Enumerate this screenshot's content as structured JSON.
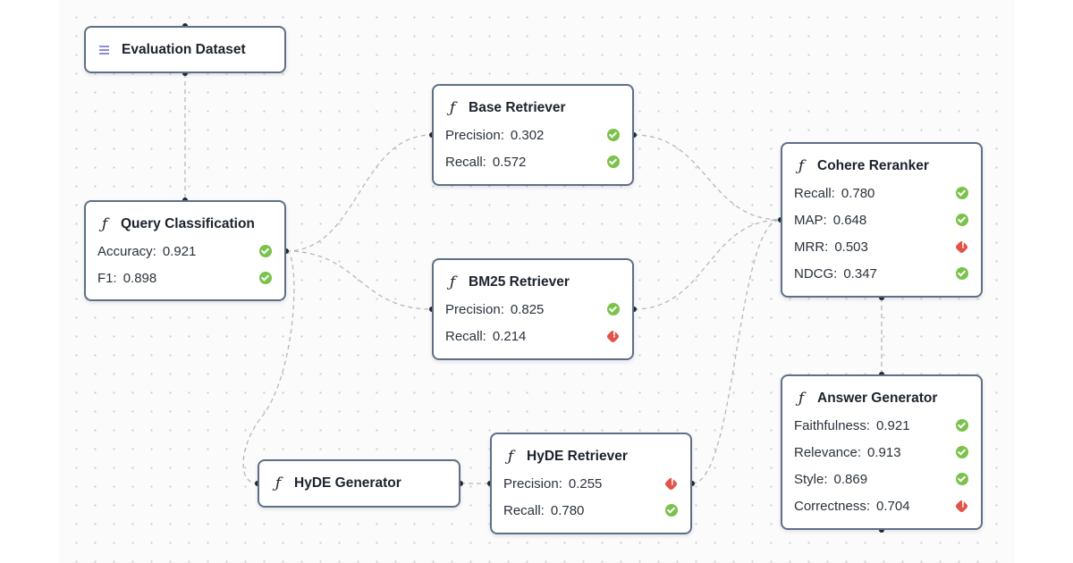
{
  "nodes": {
    "evaluation_dataset": {
      "label": "Evaluation Dataset",
      "icon": "database-icon",
      "metrics": []
    },
    "query_classification": {
      "label": "Query Classification",
      "icon": "function-icon",
      "metrics": [
        {
          "name": "Accuracy:",
          "value": "0.921",
          "status": "ok"
        },
        {
          "name": "F1:",
          "value": "0.898",
          "status": "ok"
        }
      ]
    },
    "base_retriever": {
      "label": "Base Retriever",
      "icon": "function-icon",
      "metrics": [
        {
          "name": "Precision:",
          "value": "0.302",
          "status": "ok"
        },
        {
          "name": "Recall:",
          "value": "0.572",
          "status": "ok"
        }
      ]
    },
    "bm25_retriever": {
      "label": "BM25 Retriever",
      "icon": "function-icon",
      "metrics": [
        {
          "name": "Precision:",
          "value": "0.825",
          "status": "ok"
        },
        {
          "name": "Recall:",
          "value": "0.214",
          "status": "warning"
        }
      ]
    },
    "cohere_reranker": {
      "label": "Cohere Reranker",
      "icon": "function-icon",
      "metrics": [
        {
          "name": "Recall:",
          "value": "0.780",
          "status": "ok"
        },
        {
          "name": "MAP:",
          "value": "0.648",
          "status": "ok"
        },
        {
          "name": "MRR:",
          "value": "0.503",
          "status": "warning"
        },
        {
          "name": "NDCG:",
          "value": "0.347",
          "status": "ok"
        }
      ]
    },
    "answer_generator": {
      "label": "Answer Generator",
      "icon": "function-icon",
      "metrics": [
        {
          "name": "Faithfulness:",
          "value": "0.921",
          "status": "ok"
        },
        {
          "name": "Relevance:",
          "value": "0.913",
          "status": "ok"
        },
        {
          "name": "Style:",
          "value": "0.869",
          "status": "ok"
        },
        {
          "name": "Correctness:",
          "value": "0.704",
          "status": "warning"
        }
      ]
    },
    "hyde_generator": {
      "label": "HyDE Generator",
      "icon": "function-icon",
      "metrics": []
    },
    "hyde_retriever": {
      "label": "HyDE Retriever",
      "icon": "function-icon",
      "metrics": [
        {
          "name": "Precision:",
          "value": "0.255",
          "status": "warning"
        },
        {
          "name": "Recall:",
          "value": "0.780",
          "status": "ok"
        }
      ]
    }
  },
  "edges": [
    {
      "from": "evaluation_dataset",
      "to": "query_classification"
    },
    {
      "from": "query_classification",
      "to": "base_retriever"
    },
    {
      "from": "query_classification",
      "to": "bm25_retriever"
    },
    {
      "from": "query_classification",
      "to": "hyde_generator"
    },
    {
      "from": "hyde_generator",
      "to": "hyde_retriever"
    },
    {
      "from": "base_retriever",
      "to": "cohere_reranker"
    },
    {
      "from": "bm25_retriever",
      "to": "cohere_reranker"
    },
    {
      "from": "hyde_retriever",
      "to": "cohere_reranker"
    },
    {
      "from": "cohere_reranker",
      "to": "answer_generator"
    }
  ],
  "colors": {
    "node_border": "#5f6f86",
    "ok": "#7ac24b",
    "warning": "#e2534a",
    "edge": "#b4b8bf"
  }
}
